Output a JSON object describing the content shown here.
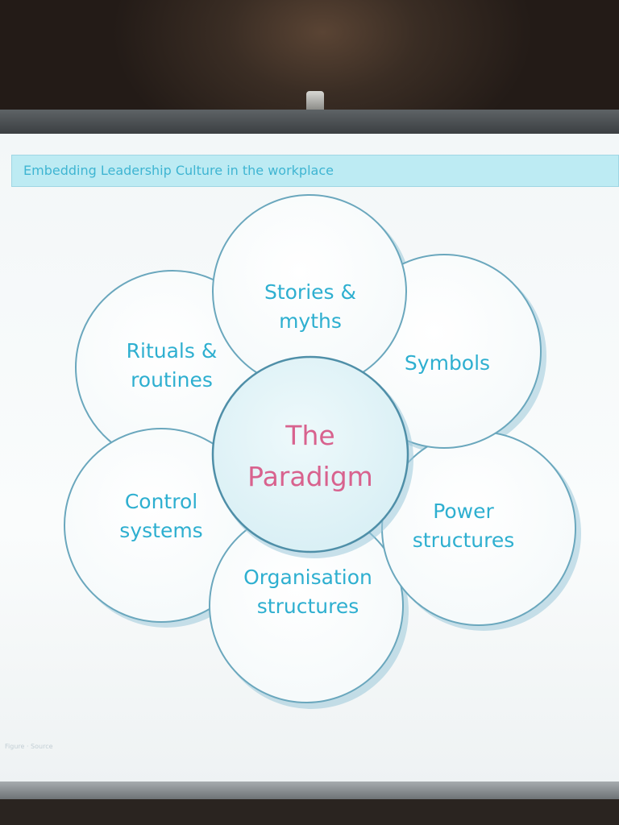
{
  "slide": {
    "title": "Embedding Leadership Culture in the workplace",
    "footnote": "Figure · Source"
  },
  "diagram": {
    "center": {
      "line1": "The",
      "line2": "Paradigm"
    },
    "elements": [
      {
        "line1": "Stories &",
        "line2": "myths"
      },
      {
        "line1": "Symbols",
        "line2": ""
      },
      {
        "line1": "Power",
        "line2": "structures"
      },
      {
        "line1": "Organisation",
        "line2": "structures"
      },
      {
        "line1": "Control",
        "line2": "systems"
      },
      {
        "line1": "Rituals &",
        "line2": "routines"
      }
    ]
  },
  "colors": {
    "title_band": "#bdebf3",
    "label_text": "#2eafd0",
    "center_text": "#d8628e",
    "circle_stroke": "#5f9fb8",
    "center_fill": "#e1f3f7"
  }
}
